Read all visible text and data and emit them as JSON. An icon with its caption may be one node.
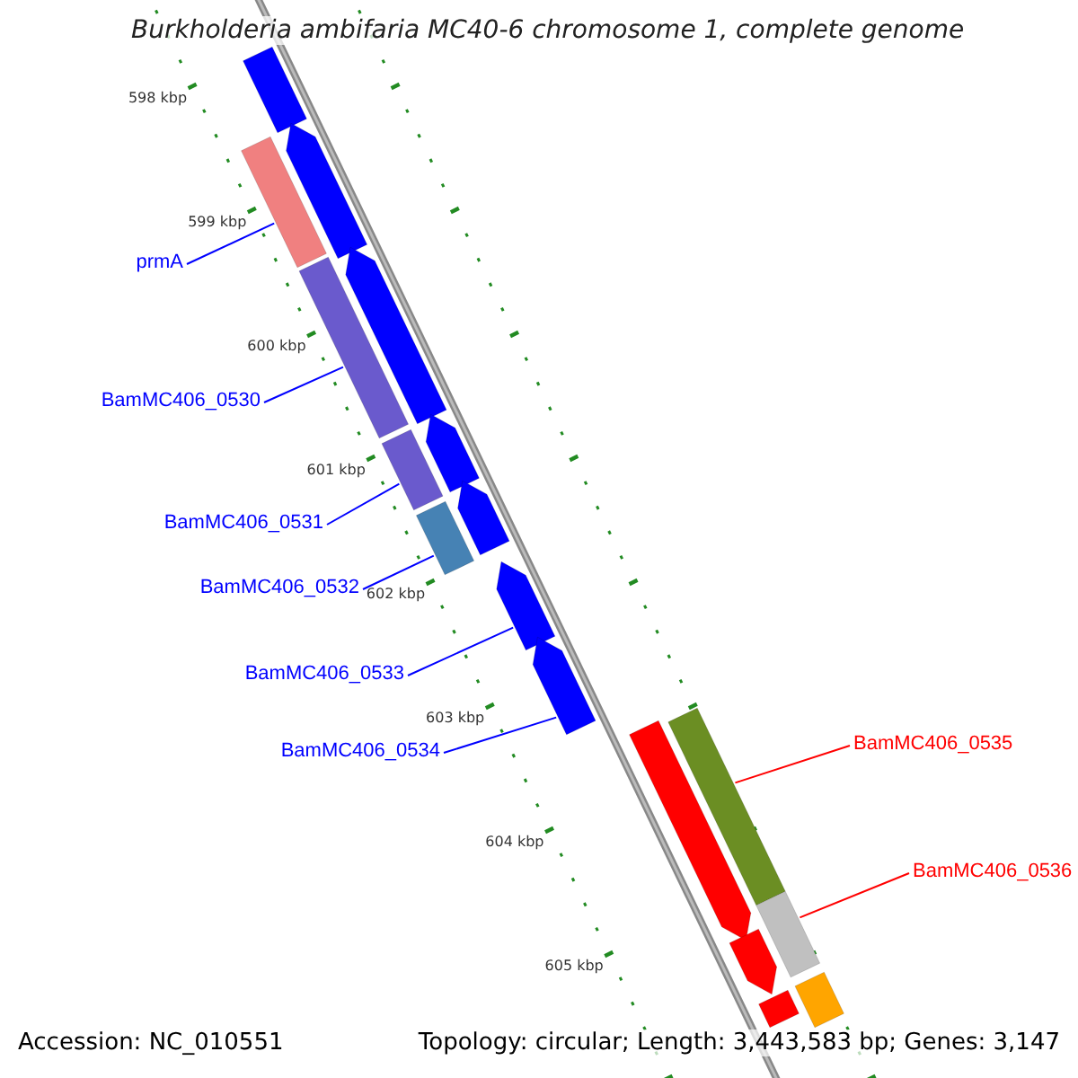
{
  "diagram": {
    "title": "Burkholderia ambifaria MC40-6 chromosome 1, complete genome",
    "nodes": [
      {
        "text": [
          "prmA"
        ]
      },
      {
        "text": [],
        "shape": "bar"
      },
      {
        "text": [
          "BamMC406_0530"
        ]
      },
      {
        "text": [],
        "shape": "bar"
      },
      {
        "text": [
          "BamMC406_0531"
        ]
      },
      {
        "text": [],
        "shape": "bar"
      },
      {
        "text": [
          "BamMC406_0532"
        ]
      },
      {
        "text": [],
        "shape": "bar"
      },
      {
        "text": [
          "BamMC406_0533"
        ]
      },
      {
        "text": [],
        "shape": "arrow"
      },
      {
        "text": [
          "BamMC406_0534"
        ]
      },
      {
        "text": [],
        "shape": "arrow"
      },
      {
        "text": [
          "BamMC406_0535"
        ]
      },
      {
        "text": [],
        "shape": "bar"
      },
      {
        "text": [
          "BamMC406_0536"
        ]
      },
      {
        "text": [],
        "shape": "bar"
      },
      {
        "text": [],
        "shape": "bar"
      },
      {
        "text": [],
        "shape": "arrow"
      },
      {
        "text": [],
        "shape": "arrow"
      },
      {
        "text": [],
        "shape": "arrow"
      },
      {
        "text": [],
        "shape": "arrow"
      },
      {
        "text": [],
        "shape": "arrow"
      },
      {
        "text": [],
        "shape": "arrow"
      },
      {
        "text": [],
        "shape": "bar"
      },
      {
        "text": [],
        "shape": "bar"
      }
    ],
    "edges": [
      {
        "from": 0,
        "to": 1,
        "arrow": "none"
      },
      {
        "from": 2,
        "to": 3,
        "arrow": "none"
      },
      {
        "from": 4,
        "to": 5,
        "arrow": "none"
      },
      {
        "from": 6,
        "to": 7,
        "arrow": "none"
      },
      {
        "from": 8,
        "to": 9,
        "arrow": "none"
      },
      {
        "from": 10,
        "to": 11,
        "arrow": "none"
      },
      {
        "from": 12,
        "to": 13,
        "arrow": "none",
        "color": "#ff0000"
      },
      {
        "from": 14,
        "to": 15,
        "arrow": "none",
        "color": "#ff0000"
      }
    ],
    "labels": [
      "598 kbp",
      "599 kbp",
      "600 kbp",
      "601 kbp",
      "602 kbp",
      "603 kbp",
      "604 kbp",
      "605 kbp",
      "Accession: NC_010551",
      "Topology: circular; Length: 3,443,583 bp; Genes: 3,147"
    ]
  }
}
